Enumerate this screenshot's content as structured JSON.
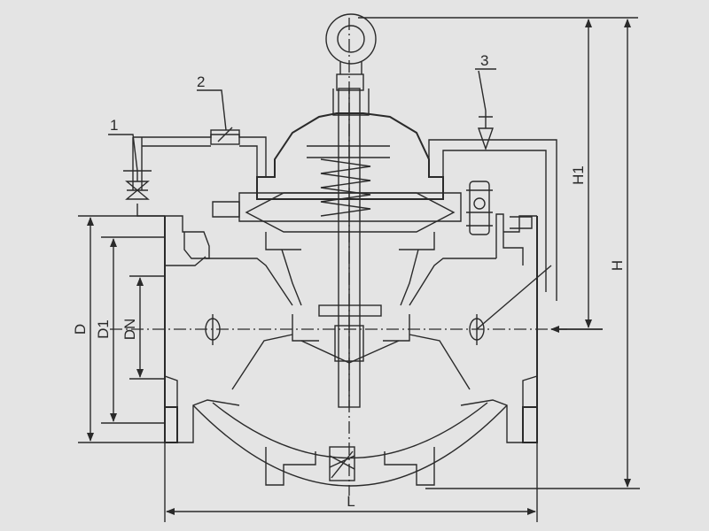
{
  "callouts": {
    "c1": "1",
    "c2": "2",
    "c3": "3"
  },
  "dimensions": {
    "D": "D",
    "D1": "D1",
    "DN": "DN",
    "H1": "H1",
    "H": "H",
    "L": "L"
  },
  "colors": {
    "background": "#e4e4e4",
    "line": "#2a2a2a"
  }
}
